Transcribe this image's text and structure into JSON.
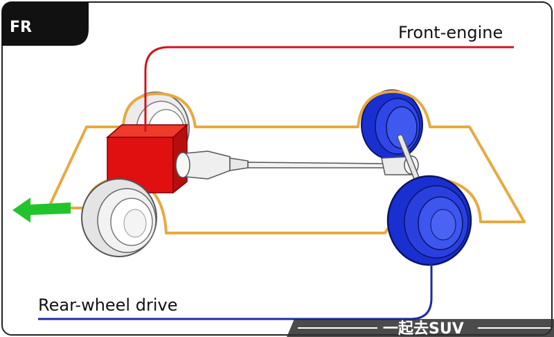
{
  "badge": {
    "label": "FR"
  },
  "callouts": {
    "engine_label": "Front-engine",
    "drive_label": "Rear-wheel drive"
  },
  "watermark": {
    "text": "一起去SUV"
  },
  "colors": {
    "engine": "#e01010",
    "drive_wheels": "#1a2fcf",
    "engine_callout_line": "#d0141c",
    "drive_callout_line": "#1b2aa8",
    "chassis_outline": "#e8a940",
    "direction_arrow": "#22c42b",
    "badge_background": "#111111",
    "front_wheels": "#e4e4e4"
  },
  "icons": {
    "direction": "arrow-left-icon"
  }
}
